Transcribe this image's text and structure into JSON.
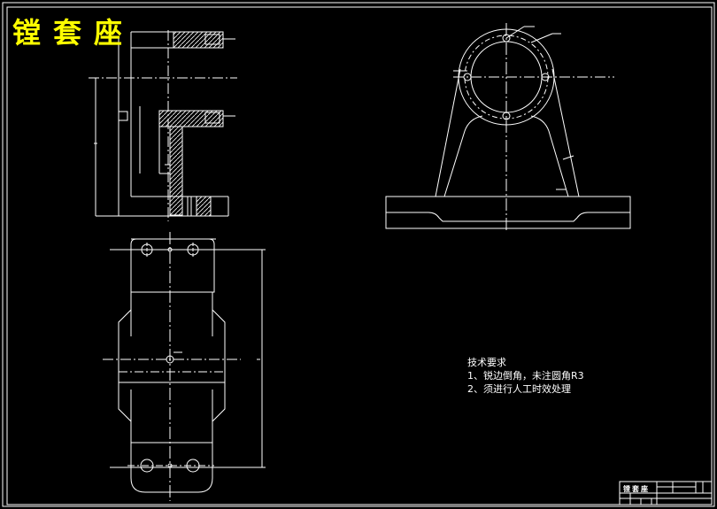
{
  "title": "镗套座",
  "technical_requirements": {
    "heading": "技术要求",
    "items": [
      "1、锐边倒角，未注圆角R3",
      "2、须进行人工时效处理"
    ]
  },
  "title_block": {
    "part_name": "镗套座"
  },
  "colors": {
    "background": "#000000",
    "lines": "#ffffff",
    "title": "#ffff00"
  }
}
